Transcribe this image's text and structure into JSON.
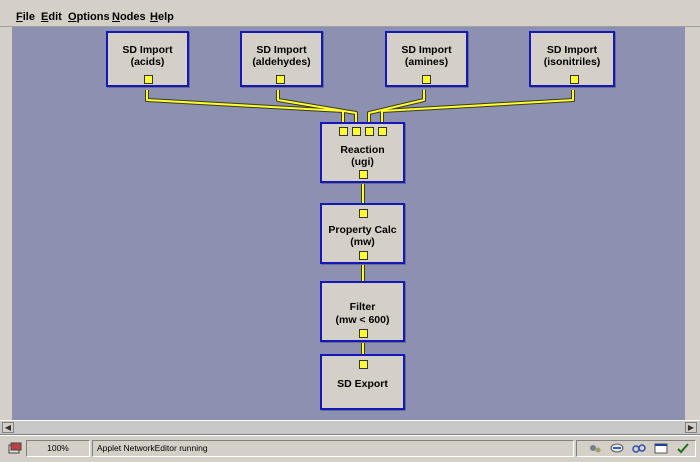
{
  "menu": {
    "items": [
      {
        "label": "File"
      },
      {
        "label": "Edit"
      },
      {
        "label": "Options"
      },
      {
        "label": "Nodes"
      },
      {
        "label": "Help"
      }
    ]
  },
  "nodes": {
    "import_acids": {
      "line1": "SD Import",
      "line2": "(acids)"
    },
    "import_aldehydes": {
      "line1": "SD Import",
      "line2": "(aldehydes)"
    },
    "import_amines": {
      "line1": "SD Import",
      "line2": "(amines)"
    },
    "import_isonitriles": {
      "line1": "SD Import",
      "line2": "(isonitriles)"
    },
    "reaction": {
      "line1": "Reaction",
      "line2": "(ugi)"
    },
    "property_calc": {
      "line1": "Property Calc",
      "line2": "(mw)"
    },
    "filter": {
      "line1": "Filter",
      "line2": "(mw < 600)"
    },
    "export": {
      "line1": "SD Export"
    }
  },
  "status": {
    "zoom": "100%",
    "message": "Applet NetworkEditor running"
  },
  "colors": {
    "canvas": "#8c91b1",
    "node_border": "#1418b8",
    "node_fill": "#d4d0c8",
    "port": "#ffff33",
    "connection": "#ffff33"
  },
  "icons": {
    "status_left": "applet-icon",
    "tray": [
      "network-icon",
      "chat-icon",
      "link-icon",
      "window-icon",
      "pen-check-icon"
    ]
  }
}
